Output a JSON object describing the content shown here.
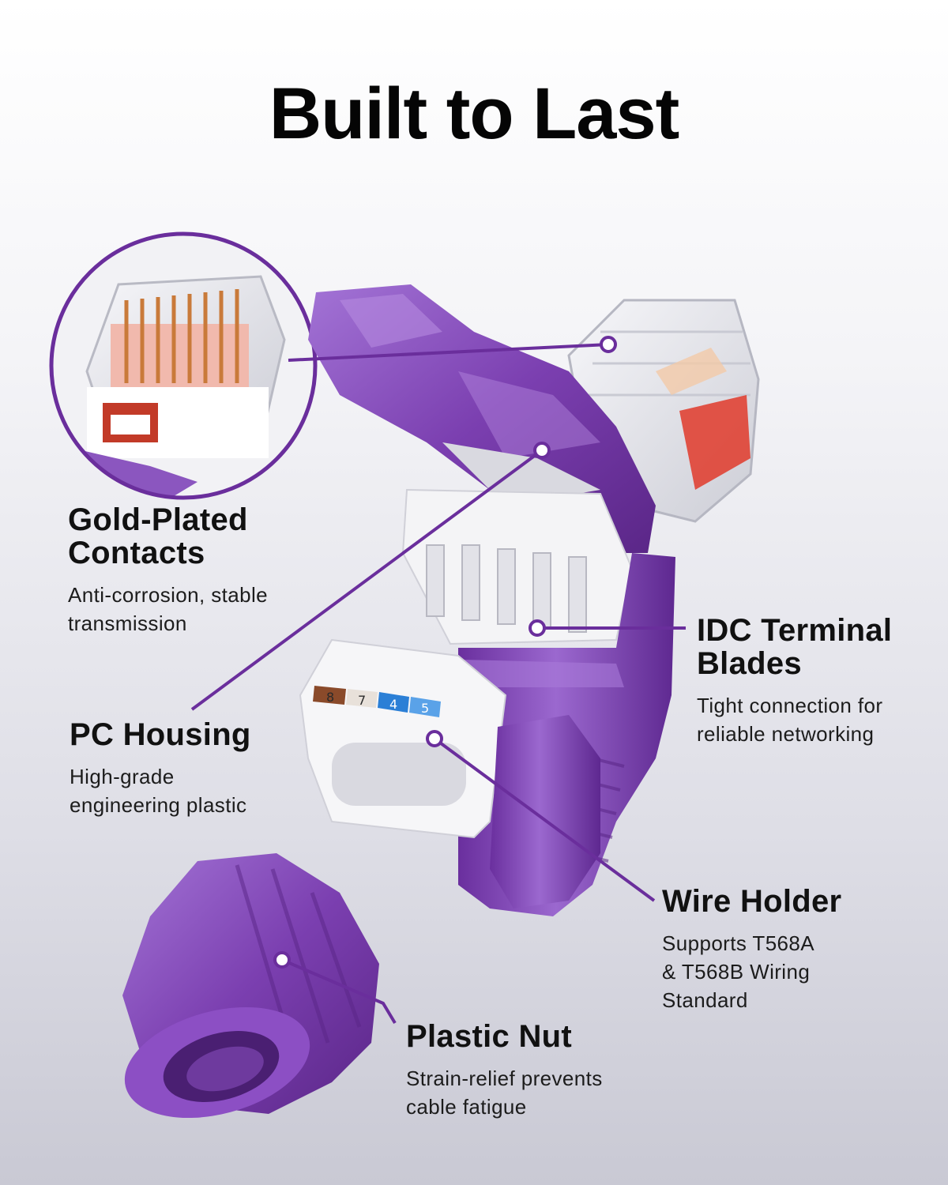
{
  "title": "Built to Last",
  "colors": {
    "accent": "#7b3fb0",
    "accent_dark": "#5c2a8a",
    "accent_light": "#a470d4",
    "line": "#6a2e9c"
  },
  "icons": {
    "connector": "rj45-connector-illustration",
    "nut": "plastic-nut-illustration",
    "zoom": "gold-contacts-magnifier"
  },
  "wire_codes": [
    {
      "label": "8",
      "color": "#8a4a2a"
    },
    {
      "label": "7",
      "color": "#e8e1da"
    },
    {
      "label": "4",
      "color": "#2b7fd6"
    },
    {
      "label": "5",
      "color": "#5aa2e8"
    }
  ],
  "callouts": {
    "gold": {
      "head_1": "Gold-Plated",
      "head_2": "Contacts",
      "desc_1": "Anti-corrosion, stable",
      "desc_2": "transmission"
    },
    "pc": {
      "head_1": "PC Housing",
      "desc_1": "High-grade",
      "desc_2": "engineering plastic"
    },
    "idc": {
      "head_1": "IDC Terminal",
      "head_2": "Blades",
      "desc_1": "Tight connection for",
      "desc_2": "reliable networking"
    },
    "wire": {
      "head_1": "Wire Holder",
      "desc_1": "Supports T568A",
      "desc_2": "& T568B Wiring",
      "desc_3": "Standard"
    },
    "nut": {
      "head_1": "Plastic Nut",
      "desc_1": "Strain-relief prevents",
      "desc_2": "cable fatigue"
    }
  }
}
